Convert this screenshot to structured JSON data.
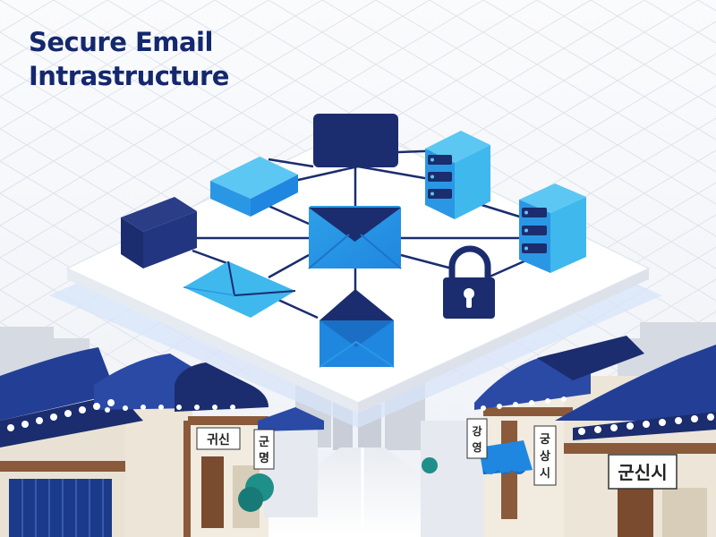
{
  "title": {
    "line1": "Secure Email",
    "line2": "Intrastructure"
  },
  "signs": {
    "left_top": "귀신",
    "left_vertical": [
      "군",
      "명"
    ],
    "right_vertical_a": [
      "강",
      "영"
    ],
    "right_vertical_b": [
      "궁",
      "상",
      "시"
    ],
    "right_board": "군신시"
  },
  "icons": {
    "center": "envelope-icon",
    "server": "server-icon",
    "lock": "lock-icon"
  },
  "colors": {
    "navy": "#1b2d6e",
    "blue": "#1f87e0",
    "sky": "#3fb8ee",
    "roof": "#233f95"
  }
}
